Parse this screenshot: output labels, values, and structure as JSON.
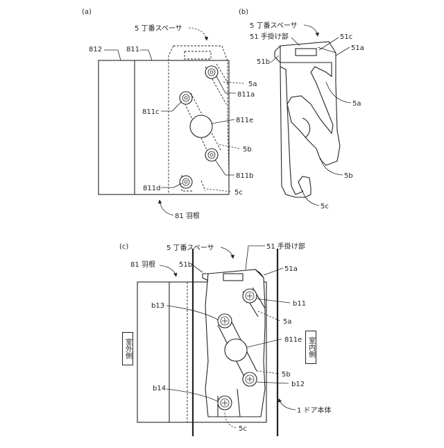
{
  "panels": {
    "a": {
      "tag": "(a)",
      "labels": {
        "n812": "812",
        "n811": "811",
        "spacer": "5 丁番スペーサ",
        "l5a": "5a",
        "l811a": "811a",
        "l811c": "811c",
        "l811e": "811e",
        "l5b": "5b",
        "l811b": "811b",
        "l811d": "811d",
        "l5c": "5c",
        "wing": "81 羽根"
      }
    },
    "b": {
      "tag": "(b)",
      "labels": {
        "spacer": "5 丁番スペーサ",
        "handle": "51 手掛け部",
        "l51c": "51c",
        "l51a": "51a",
        "l51b": "51b",
        "l5a": "5a",
        "l5b": "5b",
        "l5c": "5c"
      }
    },
    "c": {
      "tag": "(c)",
      "labels": {
        "spacer": "5 丁番スペーサ",
        "handle": "51 手掛け部",
        "wing": "81 羽根",
        "l51b": "51b",
        "l51a": "51a",
        "lb11": "b11",
        "lb13": "b13",
        "l5a": "5a",
        "l811e": "811e",
        "l5b": "5b",
        "lb12": "b12",
        "lb14": "b14",
        "door": "1 ドア本体",
        "l5c": "5c",
        "outdoor": "室外側",
        "indoor": "室内側"
      }
    }
  }
}
